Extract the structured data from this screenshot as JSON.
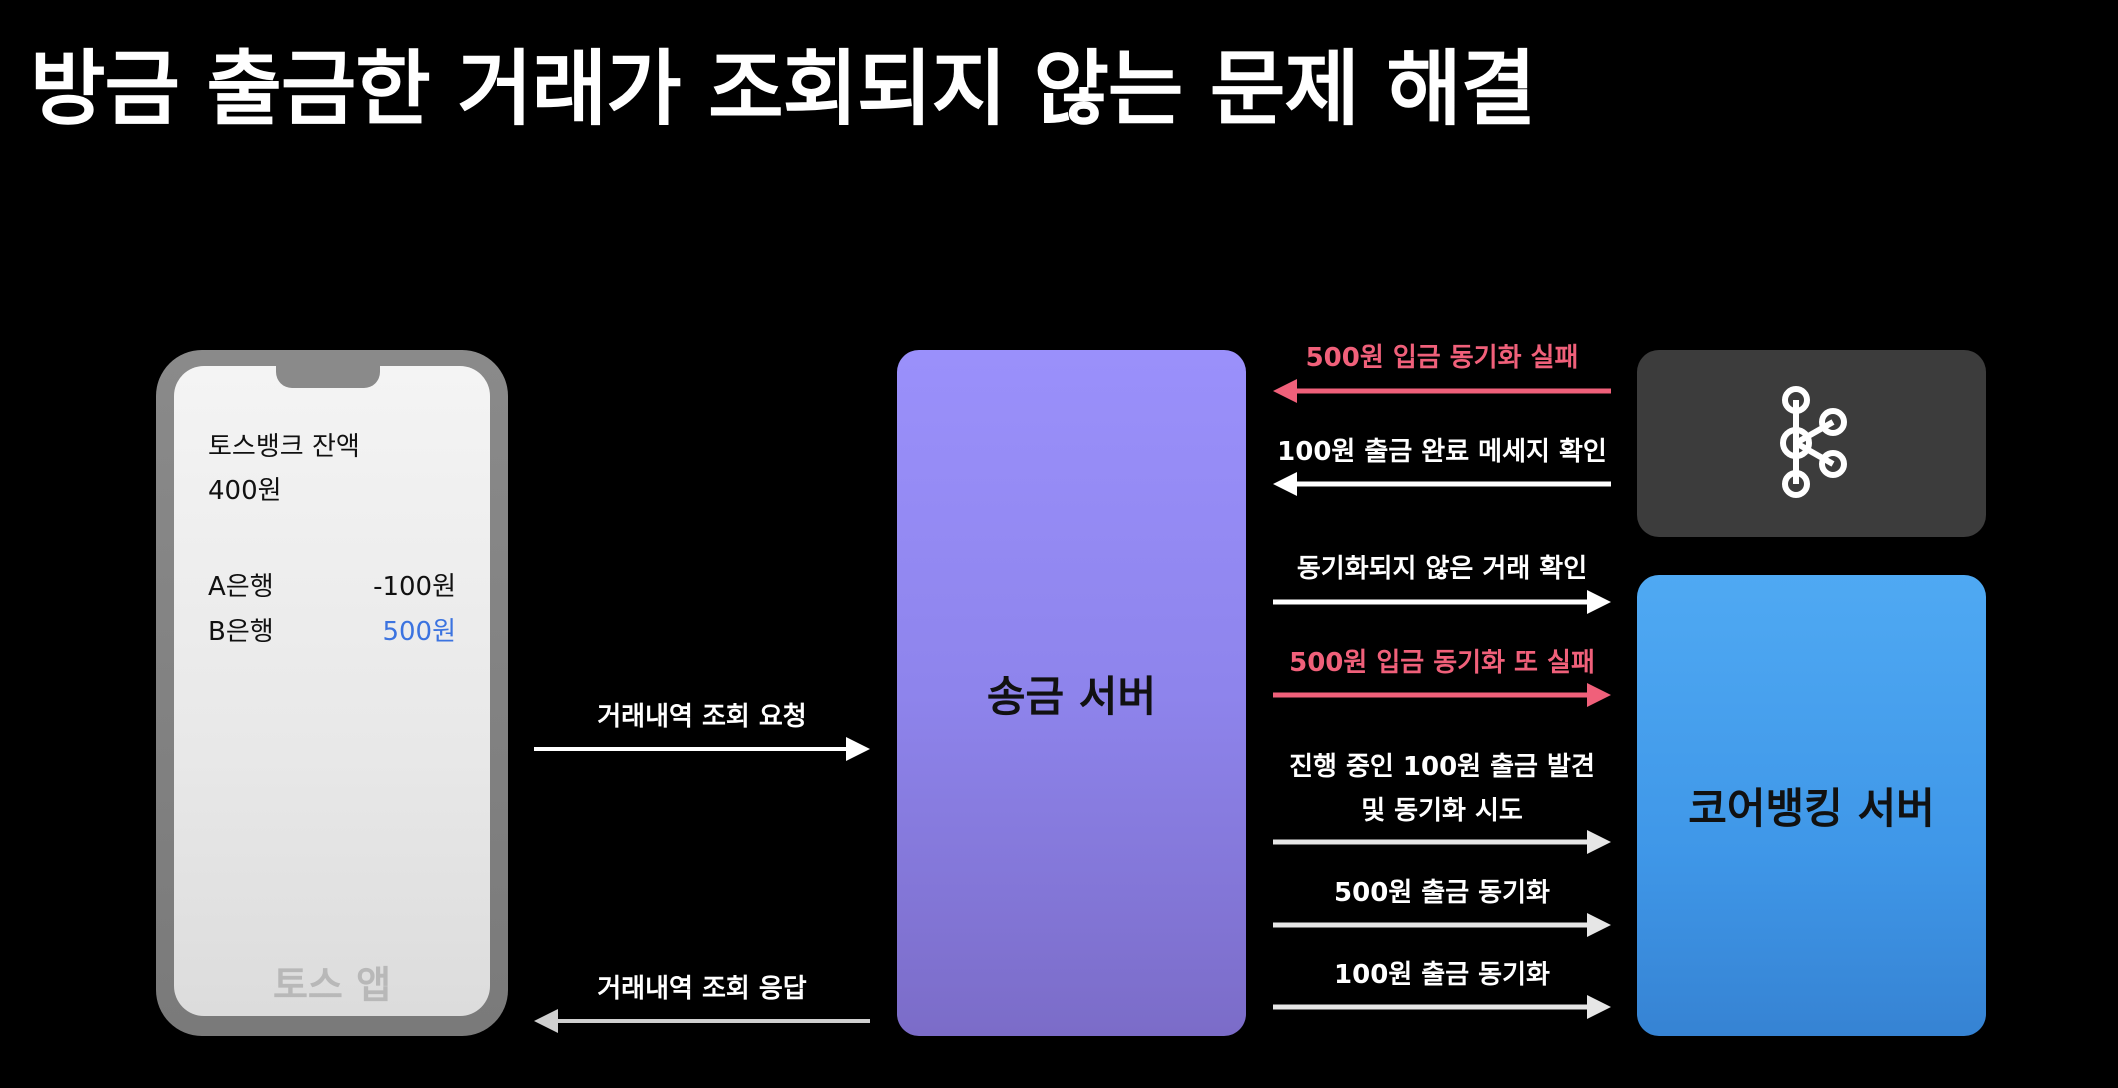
{
  "title": "방금 출금한 거래가 조회되지 않는 문제 해결",
  "phone": {
    "balance_label": "토스뱅크 잔액",
    "balance_value": "400원",
    "rows": [
      {
        "bank": "A은행",
        "amount": "-100원",
        "color": "#111111"
      },
      {
        "bank": "B은행",
        "amount": "500원",
        "color": "#3b73e0"
      }
    ],
    "app_name": "토스 앱"
  },
  "send_server": {
    "label": "송금 서버"
  },
  "core_server": {
    "label": "코어뱅킹 서버"
  },
  "kafka": {
    "icon": "kafka-icon"
  },
  "left_arrows": {
    "request": "거래내역 조회 요청",
    "response": "거래내역 조회 응답"
  },
  "right_arrows": [
    {
      "label": "500원 입금 동기화 실패",
      "direction": "left",
      "color": "#f0607a"
    },
    {
      "label": "100원 출금 완료 메세지 확인",
      "direction": "left",
      "color": "#ffffff"
    },
    {
      "label": "동기화되지 않은 거래 확인",
      "direction": "right",
      "color": "#ffffff"
    },
    {
      "label": "500원 입금 동기화 또 실패",
      "direction": "right",
      "color": "#f0607a"
    },
    {
      "label_line1": "진행 중인 100원 출금 발견",
      "label_line2": "및 동기화 시도",
      "direction": "right",
      "color": "#ffffff"
    },
    {
      "label": "500원 출금 동기화",
      "direction": "right",
      "color": "#ffffff"
    },
    {
      "label": "100원 출금 동기화",
      "direction": "right",
      "color": "#ffffff"
    }
  ],
  "colors": {
    "background": "#000000",
    "send_server": "#8e84ec",
    "core_server": "#3f97e8",
    "kafka_box": "#3c3c3c",
    "accent_red": "#f0607a"
  }
}
